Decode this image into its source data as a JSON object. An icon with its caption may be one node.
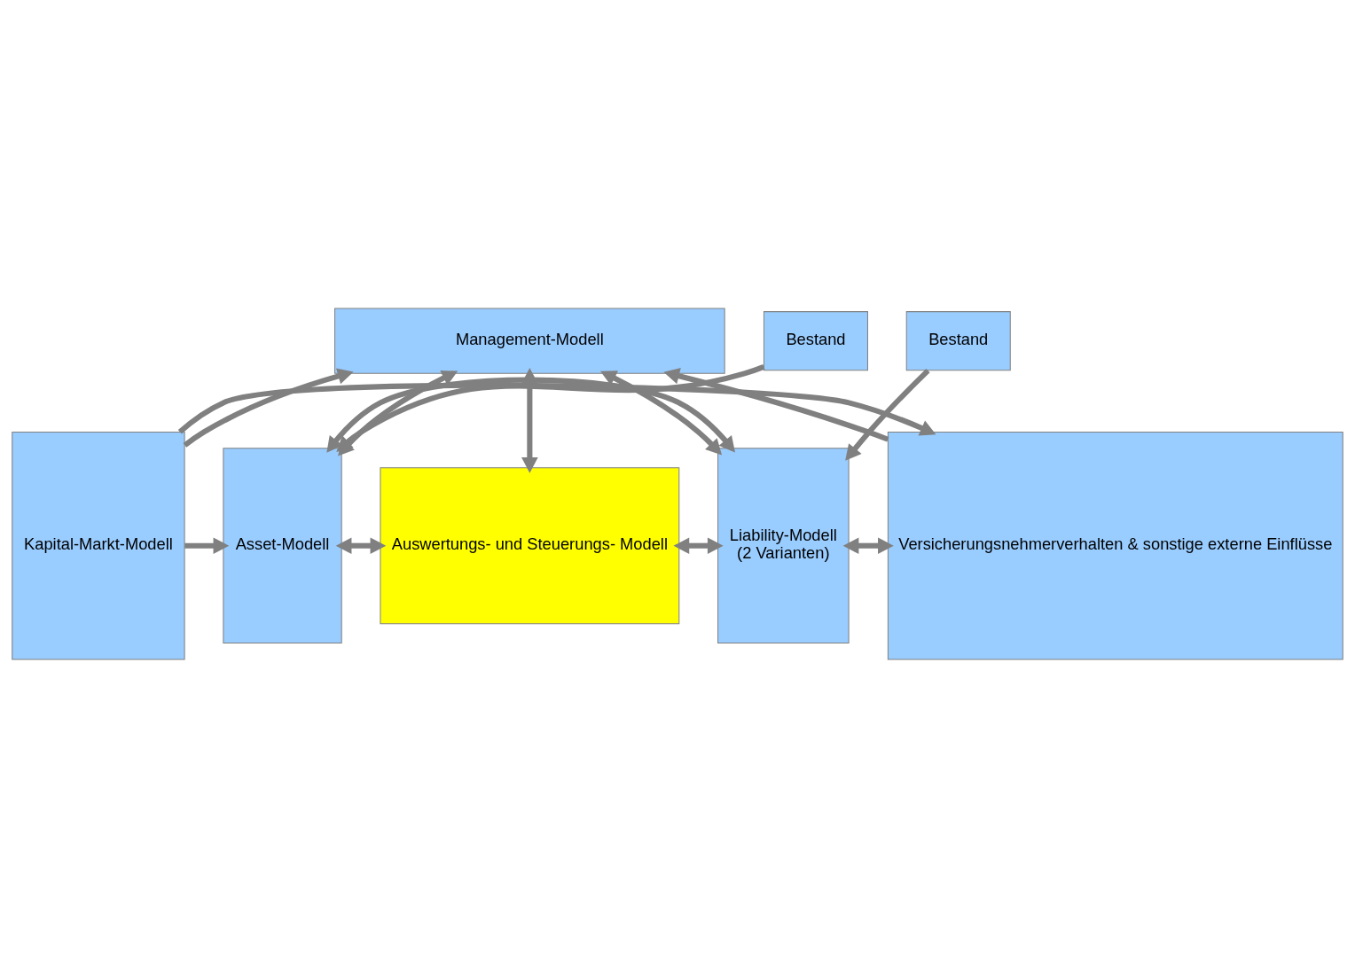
{
  "diagram": {
    "nodes": [
      {
        "text": [
          "Kapital-Markt-Modell"
        ]
      },
      {
        "text": [
          "Management-Modell"
        ]
      },
      {
        "text": [
          "Versicherungsnehmerverhalten & sonstige externe Einflüsse"
        ]
      },
      {
        "text": [
          "Asset-Modell"
        ]
      },
      {
        "text": [
          "Auswertungs- und Steuerungs- Modell"
        ]
      },
      {
        "text": [
          "Liability-Modell",
          "(2 Varianten)"
        ]
      },
      {
        "text": [
          "Bestand"
        ]
      },
      {
        "text": [
          "Bestand"
        ]
      }
    ],
    "edges": [
      {
        "from": 0,
        "to": 1,
        "arrow": "to"
      },
      {
        "from": 2,
        "to": 1,
        "arrow": "to"
      },
      {
        "from": 1,
        "to": 3,
        "arrow": "both"
      },
      {
        "from": 1,
        "to": 4,
        "arrow": "both"
      },
      {
        "from": 1,
        "to": 5,
        "arrow": "both"
      },
      {
        "from": 0,
        "to": 3,
        "arrow": "to"
      },
      {
        "from": 3,
        "to": 4,
        "arrow": "both"
      },
      {
        "from": 4,
        "to": 5,
        "arrow": "both"
      },
      {
        "from": 5,
        "to": 2,
        "arrow": "both"
      },
      {
        "from": 3,
        "to": 5,
        "arrow": "both"
      },
      {
        "from": 6,
        "to": 3,
        "arrow": "to"
      },
      {
        "from": 7,
        "to": 5,
        "arrow": "to"
      },
      {
        "from": 0,
        "to": 2,
        "arrow": "to"
      }
    ]
  }
}
